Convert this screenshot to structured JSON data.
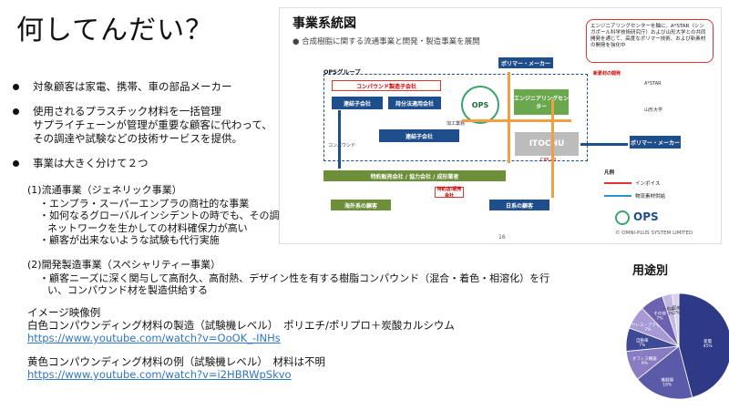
{
  "title": "何してんだい？",
  "bullets": [
    "対象顧客は家電、携帯、車の部品メーカー",
    "使用されるプラスチック材料を一括管理\nサプライチェーンが管理が重要な顧客に代わって、\nその調達や試験などの技術サービスを提供。",
    "事業は大きく分けて２つ"
  ],
  "section1": {
    "head": "(1)流通事業（ジェネリック事業）",
    "items": [
      "・エンプラ・スーパーエンプラの商社的な事業",
      "・如何なるグローバルインシデントの時でも、その調達ネットワークを生かしての材料確保力が高い",
      "・顧客が出来ないような試験も代行実施"
    ]
  },
  "section2": {
    "head": "(2)開発製造事業（スペシャリティー事業）",
    "items": [
      "・顧客ニーズに深く関与して高耐久、高耐熱、デザイン性を有する樹脂コンパウンド（混合・着色・相溶化）を行い、コンパウンド材を製造供給する"
    ]
  },
  "examples": {
    "heading": "イメージ映像例",
    "ex1_label": "白色コンパウンディング材料の製造（試験機レベル）　ポリエチ/ポリプロ＋炭酸カルシウム",
    "ex1_url": "https://www.youtube.com/watch?v=OoOK_-INHs",
    "ex2_label": "黄色コンパウンディング材料の例（試験機レベル）　材料は不明",
    "ex2_url": "https://www.youtube.com/watch?v=i2HBRWpSkvo"
  },
  "diagram": {
    "title": "事業系統図",
    "subtitle": "● 合成樹脂に関する流通事業と開発・製造事業を展開",
    "callout": "エンジニアリングセンターを軸に、A*STAR（シンガポール科学技術研究庁）および山形大学との共同開発を通じて、高度なポリマー技術、および新素材の開発を強化中",
    "ops_group_label": "OPSグループ",
    "compound_company": "コンパウンド製造子会社",
    "subsidiary1": "連結子会社",
    "subsidiary2": "持分法適用会社",
    "ops": "OPS",
    "engineering_center": "エンジニアリングセンター",
    "polymer_maker_top": "ポリマー・メーカー",
    "polymer_maker_right": "ポリマー・メーカー",
    "itochu": "ITOCHU",
    "itochu_sub": "CIPLAS",
    "consolidated": "連結子会社",
    "compound_label": "コンパウンド",
    "processing_label": "加工業務",
    "specialty_label": "特約店/販売会社",
    "bottom_bar": "特約販売会社 / 協力会社 / 成形業者",
    "overseas_customer": "海外系の顧客",
    "japan_customer": "日系の顧客",
    "legend_title": "凡例",
    "legend_1": "インボイス",
    "legend_2": "物流素材供給",
    "astar_label": "A*STAR",
    "yamagata_label": "山形大学",
    "new_material_label": "新素材の開発",
    "page": "16",
    "logo": "OPS",
    "copyright": "© OMNI-PLUS SYSTEM LIMITED"
  },
  "pie": {
    "title": "用途別",
    "chart_data": {
      "type": "pie",
      "title": "用途別",
      "slices": [
        {
          "label": "家電",
          "value": 45
        },
        {
          "label": "機器類",
          "value": 18
        },
        {
          "label": "オフィス機器",
          "value": 9
        },
        {
          "label": "自動車",
          "value": 7
        },
        {
          "label": "ワイヤレス・アクセサリー",
          "value": 7
        },
        {
          "label": "その他",
          "value": 7
        },
        {
          "label": "一般産業",
          "value": 3
        },
        {
          "label": "医療",
          "value": 2
        }
      ],
      "colors": [
        "#2e3a86",
        "#5b5aa8",
        "#8a7cc2",
        "#3f4a96",
        "#a699d6",
        "#6d62b0",
        "#c3b9e4",
        "#d9d2ef"
      ]
    }
  }
}
